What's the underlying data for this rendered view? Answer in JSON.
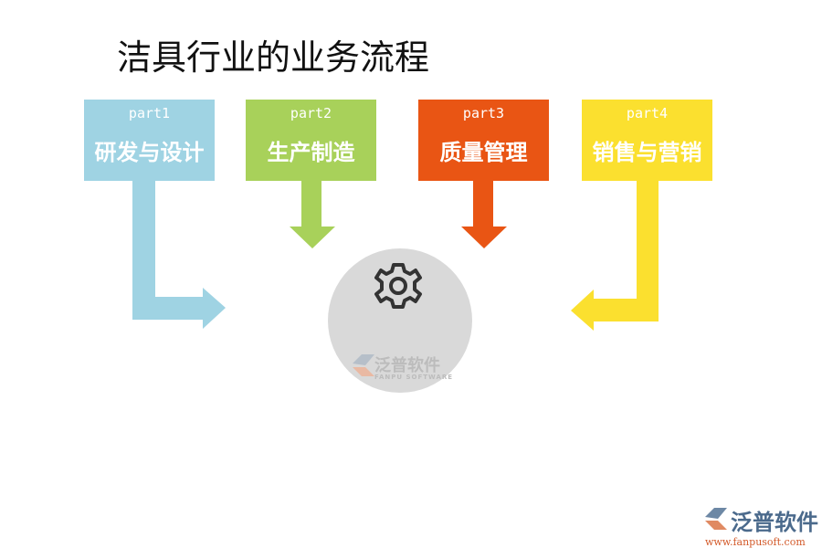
{
  "title": "洁具行业的业务流程",
  "parts": [
    {
      "part": "part1",
      "label": "研发与设计",
      "color": "#9fd3e3"
    },
    {
      "part": "part2",
      "label": "生产制造",
      "color": "#a8d15a"
    },
    {
      "part": "part3",
      "label": "质量管理",
      "color": "#e95514"
    },
    {
      "part": "part4",
      "label": "销售与营销",
      "color": "#fbe02f"
    }
  ],
  "center": {
    "icon": "gear-icon",
    "color": "#d9d9d9"
  },
  "watermark": {
    "name": "泛普软件",
    "sub": "FANPU SOFTWARE"
  },
  "logo": {
    "name": "泛普软件",
    "url": "www.fanpusoft.com"
  }
}
